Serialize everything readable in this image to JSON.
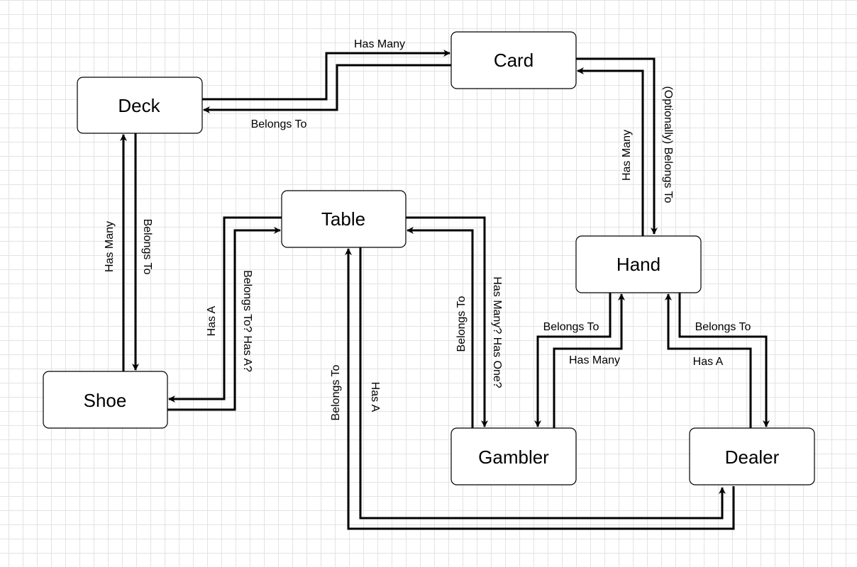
{
  "nodes": {
    "card": "Card",
    "deck": "Deck",
    "table": "Table",
    "hand": "Hand",
    "shoe": "Shoe",
    "gambler": "Gambler",
    "dealer": "Dealer"
  },
  "edges": {
    "deck_card_has_many": "Has Many",
    "card_deck_belongs_to": "Belongs To",
    "card_hand_optionally_belongs_to": "(Optionally) Belongs To",
    "hand_card_has_many": "Has Many",
    "shoe_deck_has_many": "Has Many",
    "deck_shoe_belongs_to": "Belongs To",
    "table_shoe_has_a": "Has A",
    "shoe_table_belongs_to_has_a": "Belongs To? Has A?",
    "gambler_table_belongs_to": "Belongs To",
    "table_gambler_has_many_has_one": "Has Many? Has One?",
    "dealer_table_belongs_to": "Belongs To",
    "table_dealer_has_a": "Has A",
    "hand_gambler_belongs_to": "Belongs To",
    "gambler_hand_has_many": "Has Many",
    "hand_dealer_belongs_to": "Belongs To",
    "dealer_hand_has_a": "Has A"
  }
}
